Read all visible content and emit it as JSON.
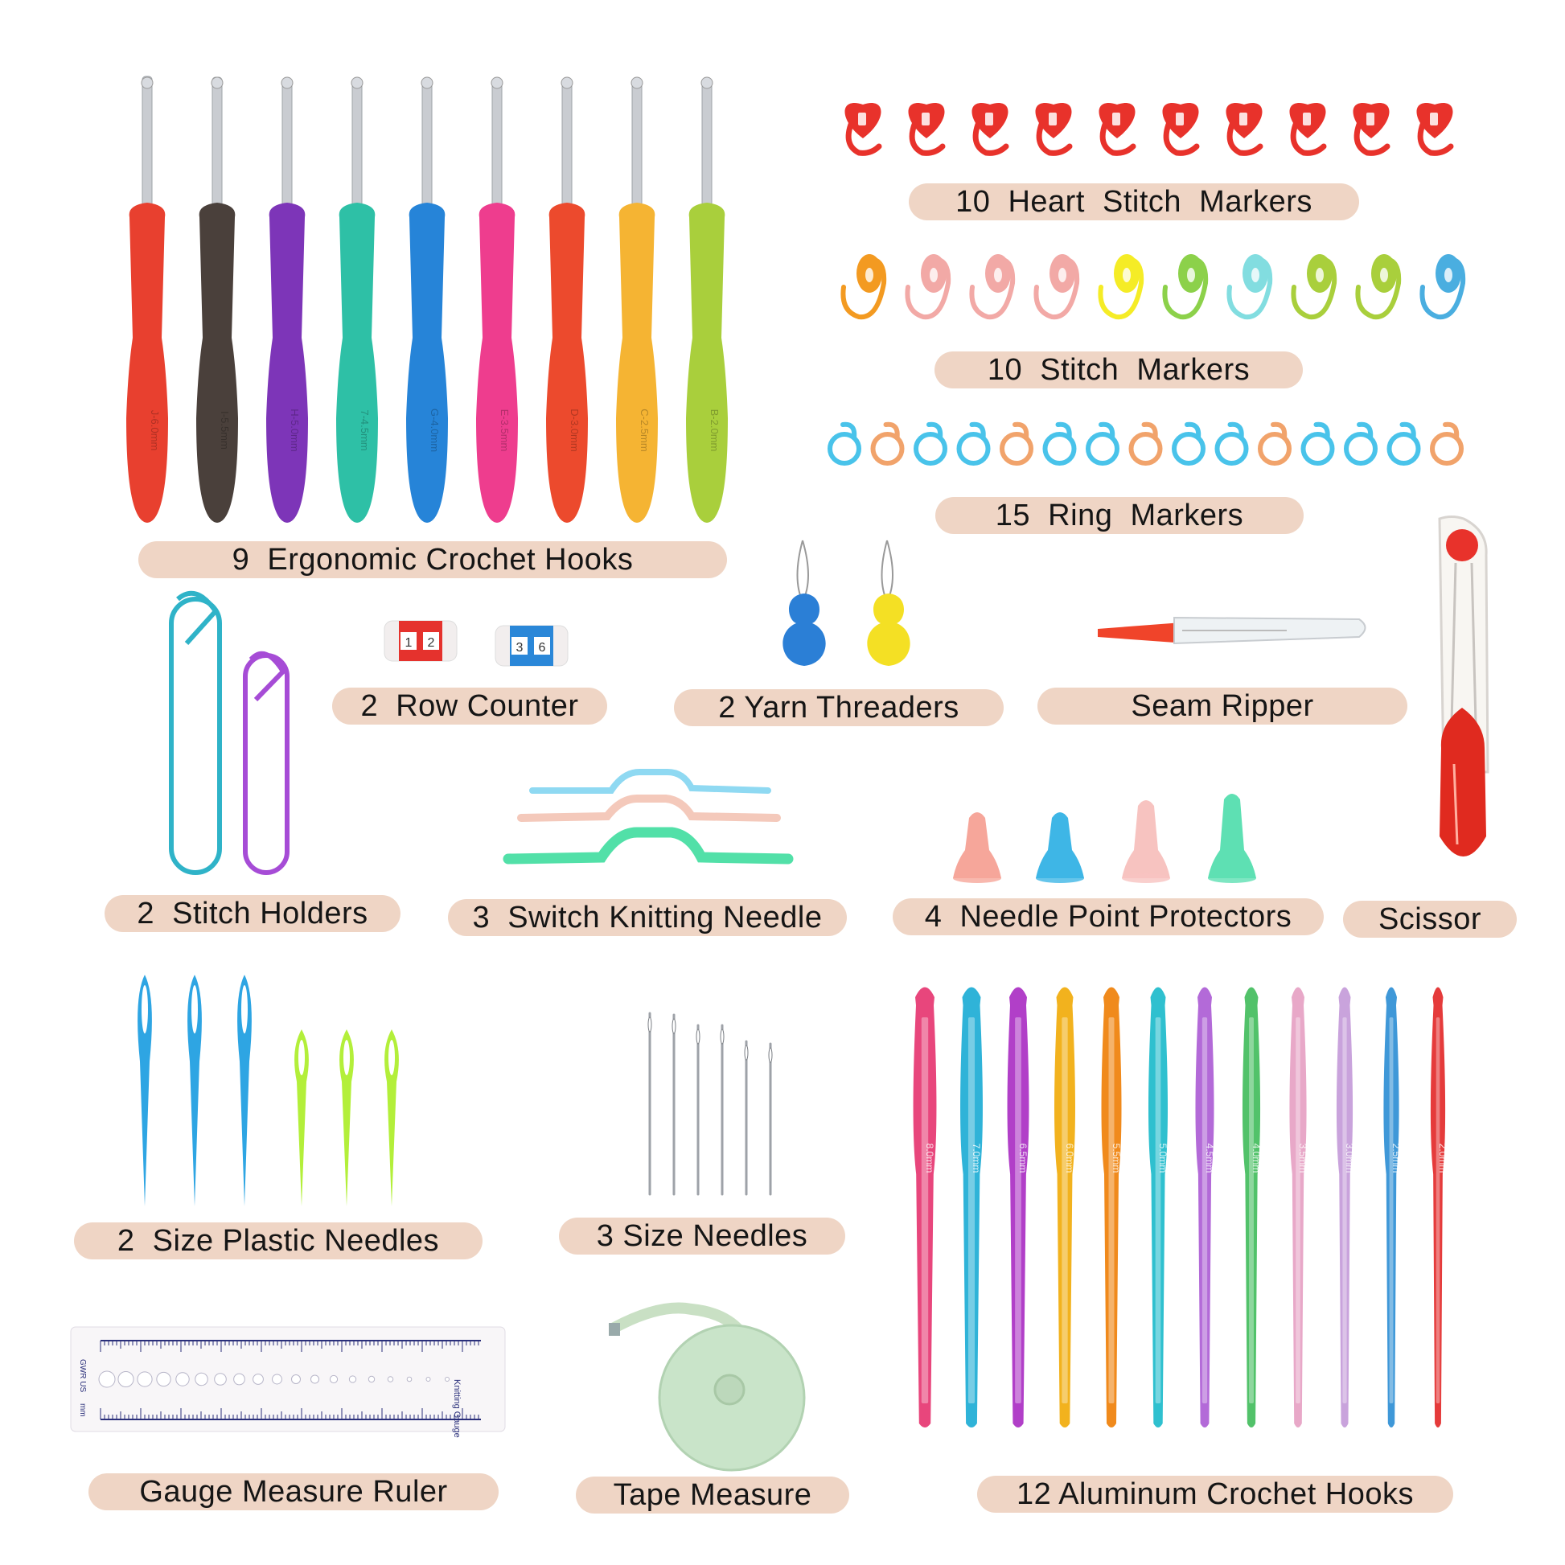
{
  "colors": {
    "label_bg": "#efd5c5",
    "ergonomic_handles": [
      "#e8402f",
      "#4a403b",
      "#7d35b8",
      "#2ec0a6",
      "#2684d8",
      "#ee3d8e",
      "#ec4a2d",
      "#f5b433",
      "#a9cf3c"
    ],
    "heart_marker": "#e8322b",
    "stitch_markers": [
      "#f39a21",
      "#f2a9a6",
      "#f2a9a6",
      "#f2a9a6",
      "#f5ec26",
      "#8cd14a",
      "#82dde0",
      "#a9cf3c",
      "#a9cf3c",
      "#4aaee0"
    ],
    "ring_markers": [
      "#49c3ea",
      "#f1a36b",
      "#49c3ea",
      "#49c3ea",
      "#f1a36b",
      "#49c3ea",
      "#49c3ea",
      "#f1a36b",
      "#49c3ea",
      "#49c3ea",
      "#f1a36b",
      "#49c3ea",
      "#49c3ea",
      "#49c3ea",
      "#f1a36b"
    ],
    "aluminum_hooks": [
      "#e8467c",
      "#2fb3d8",
      "#b13fc8",
      "#f2b21e",
      "#f08a1c",
      "#2fc0cf",
      "#b36ad8",
      "#52c26a",
      "#e8a8c8",
      "#c9a3dc",
      "#3f98d8",
      "#e53b3b"
    ],
    "protectors": [
      "#f6a69a",
      "#3eb6e6",
      "#f7c3c0",
      "#5ee0b3"
    ]
  },
  "icons": [
    "crochet-hook-icon",
    "heart-marker-icon",
    "stitch-marker-icon",
    "ring-marker-icon",
    "stitch-holder-icon",
    "row-counter-icon",
    "yarn-threader-icon",
    "seam-ripper-icon",
    "cable-needle-icon",
    "point-protector-icon",
    "scissor-icon",
    "plastic-needle-icon",
    "sewing-needle-icon",
    "ruler-icon",
    "tape-measure-icon"
  ],
  "hook_sizes": [
    "J-6.0mm",
    "I-5.5mm",
    "H-5.0mm",
    "7-4.5mm",
    "G-4.0mm",
    "E-3.5mm",
    "D-3.0mm",
    "C-2.5mm",
    "B-2.0mm"
  ],
  "aluminum_sizes": [
    "8.0mm",
    "7.0mm",
    "6.5mm",
    "6.0mm",
    "5.5mm",
    "5.0mm",
    "4.5mm",
    "4.0mm",
    "3.5mm",
    "3.0mm",
    "2.5mm",
    "2.0mm"
  ],
  "counters": {
    "left": [
      "1",
      "2"
    ],
    "right": [
      "3",
      "6"
    ]
  },
  "ruler": {
    "title": "Knitting Gauge",
    "unit_left": "GWR US",
    "unit_bottom": "mm"
  },
  "labels": {
    "heart_markers": "10  Heart  Stitch  Markers",
    "stitch_markers": "10  Stitch  Markers",
    "ring_markers": "15  Ring  Markers",
    "ergonomic_hooks": "9  Ergonomic Crochet Hooks",
    "row_counter": "2  Row Counter",
    "yarn_threaders": "2 Yarn Threaders",
    "seam_ripper": "Seam Ripper",
    "stitch_holders": "2  Stitch Holders",
    "switch_needle": "3  Switch Knitting Needle",
    "protectors": "4  Needle Point Protectors",
    "scissor": "Scissor",
    "plastic_needles": "2  Size Plastic Needles",
    "size_needles": "3 Size Needles",
    "gauge_ruler": "Gauge Measure Ruler",
    "tape_measure": "Tape Measure",
    "aluminum_hooks": "12 Aluminum Crochet Hooks"
  }
}
